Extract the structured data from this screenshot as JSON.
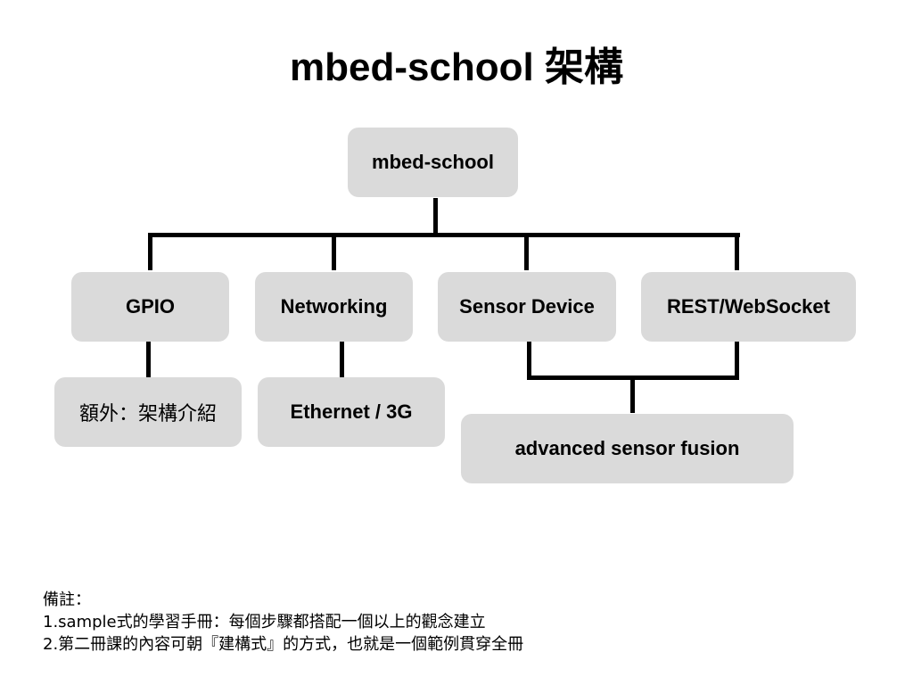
{
  "title": "mbed-school 架構",
  "nodes": {
    "root": "mbed-school",
    "gpio": "GPIO",
    "networking": "Networking",
    "sensor_device": "Sensor Device",
    "rest_websocket": "REST/WebSocket",
    "architecture_intro": "額外：架構介紹",
    "ethernet_3g": "Ethernet / 3G",
    "advanced_sensor_fusion": "advanced sensor fusion"
  },
  "notes": {
    "heading": "備註：",
    "line1": "1.sample式的學習手冊：每個步驟都搭配一個以上的觀念建立",
    "line2": "2.第二冊課的內容可朝『建構式』的方式，也就是一個範例貫穿全冊"
  },
  "colors": {
    "node_fill": "#dadada",
    "connector": "#000000",
    "background": "#ffffff"
  }
}
